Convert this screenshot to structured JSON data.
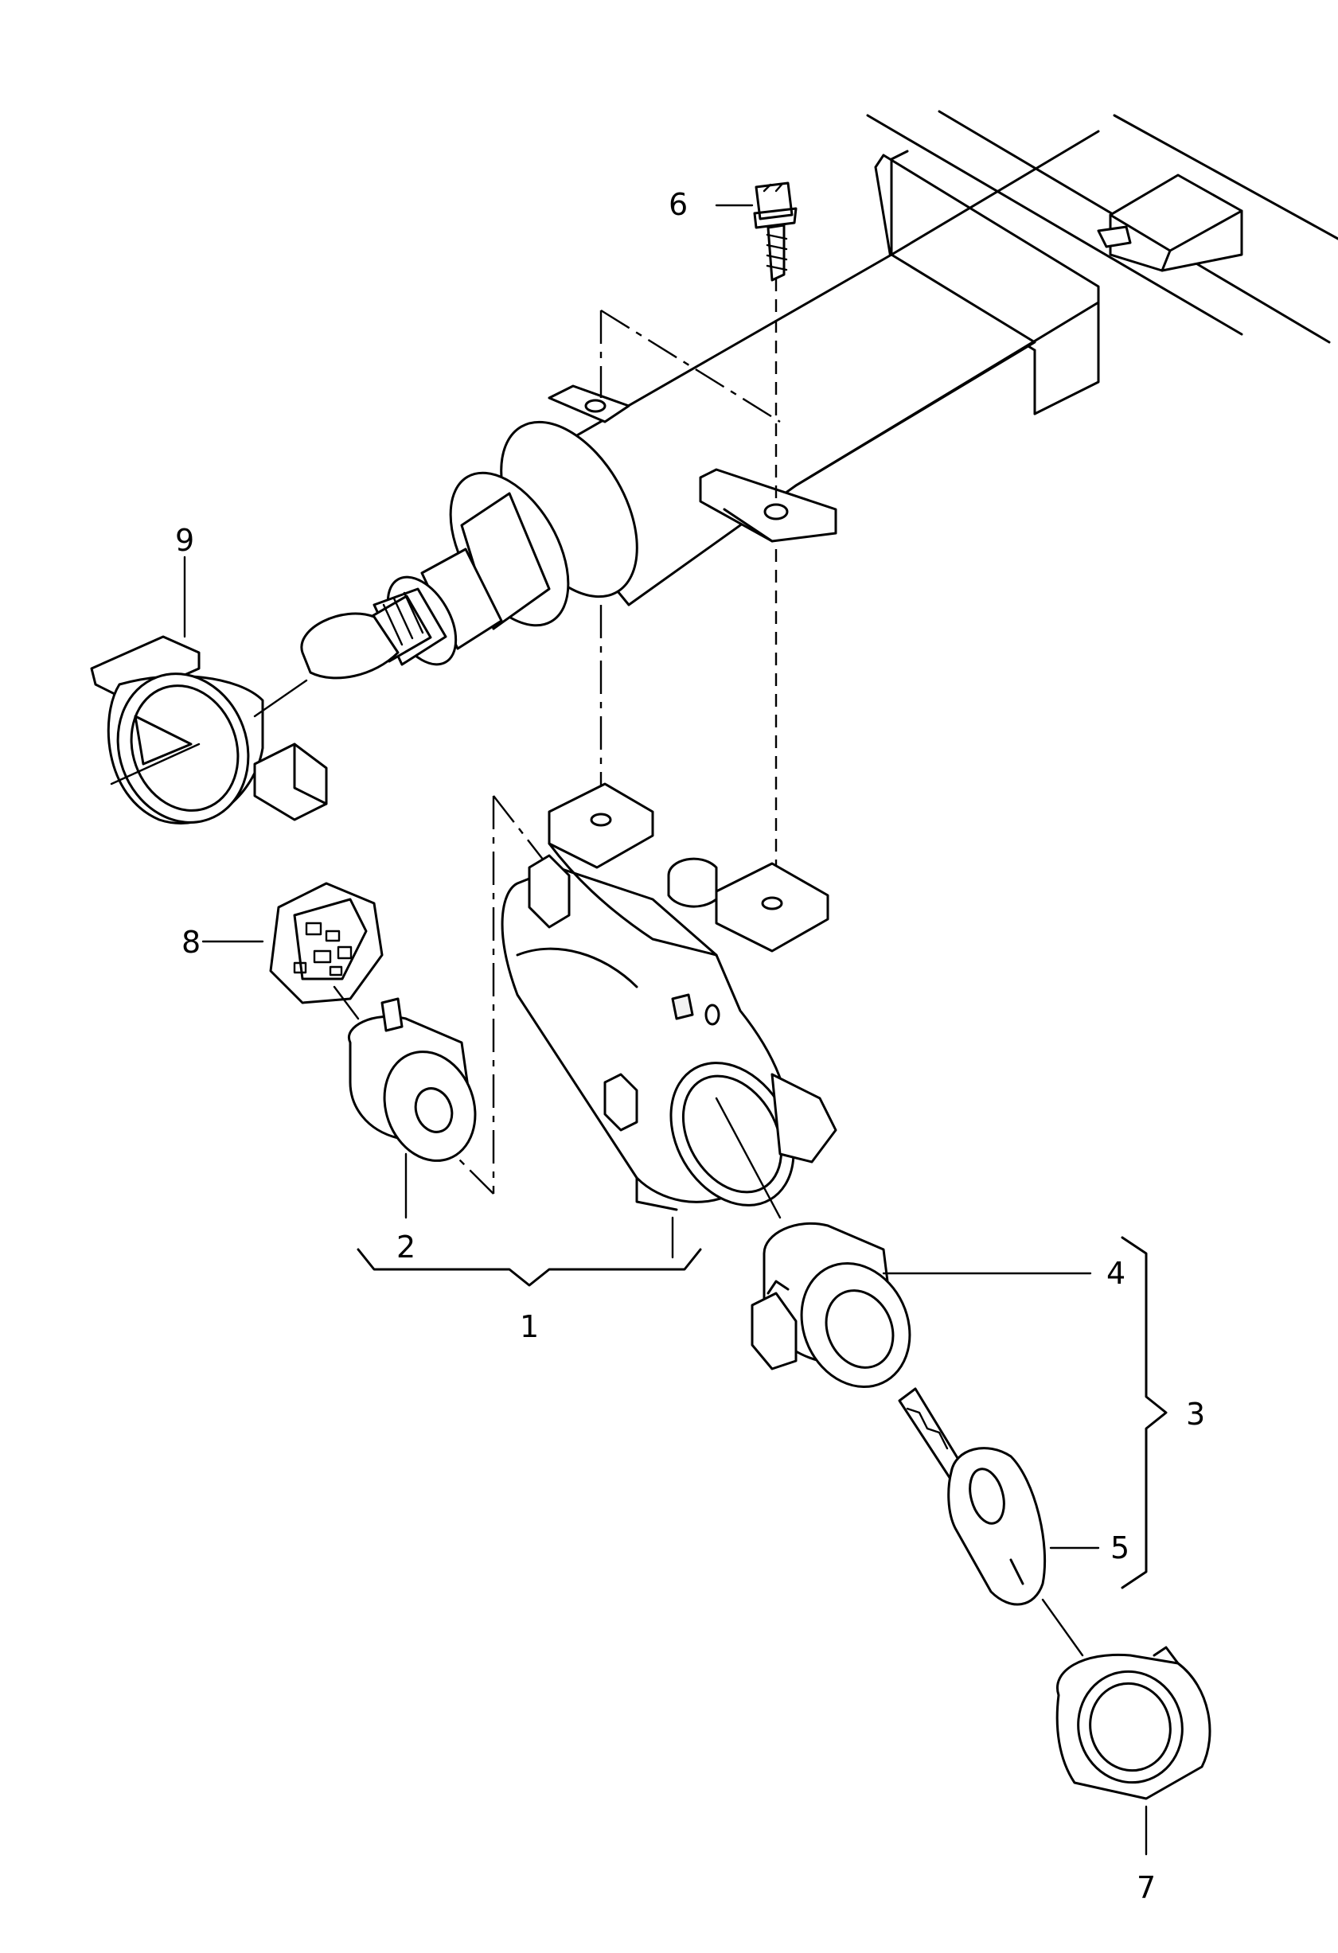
{
  "callouts": {
    "1": "1",
    "2": "2",
    "3": "3",
    "4": "4",
    "5": "5",
    "6": "6",
    "7": "7",
    "8": "8",
    "9": "9"
  }
}
